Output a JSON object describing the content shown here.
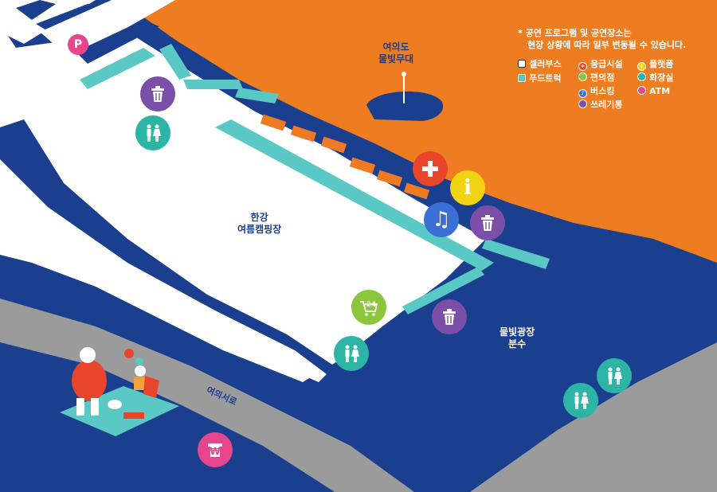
{
  "map": {
    "notice": [
      "* 공연 프로그램 및 공연장소는",
      "현장 상황에 따라 일부 변동될 수 있습니다."
    ],
    "labels": {
      "stage": [
        "여의도",
        "물빛무대"
      ],
      "camp": [
        "한강",
        "여름캠핑장"
      ],
      "plaza": [
        "물빛광장",
        "분수"
      ],
      "road": "여의서로"
    },
    "legend": [
      {
        "label": "셀러부스",
        "kind": "seller",
        "color": "#ffffff"
      },
      {
        "label": "푸드트럭",
        "kind": "food",
        "color": "#5ac8c4"
      },
      {
        "label": "응급시설",
        "kind": "emergency",
        "color": "#e8452a"
      },
      {
        "label": "편의점",
        "kind": "store",
        "color": "#8cc63f"
      },
      {
        "label": "버스킹",
        "kind": "busking",
        "color": "#3b6fd6"
      },
      {
        "label": "쓰레기통",
        "kind": "trash",
        "color": "#7b4fa8"
      },
      {
        "label": "플랫폼",
        "kind": "info",
        "color": "#f2d312"
      },
      {
        "label": "화장실",
        "kind": "restroom",
        "color": "#2cb5a4"
      },
      {
        "label": "ATM",
        "kind": "atm",
        "color": "#e6468c"
      }
    ],
    "pois": [
      {
        "kind": "parking",
        "icon": "parking-icon",
        "glyph": "P"
      },
      {
        "kind": "trash",
        "icon": "trash-icon"
      },
      {
        "kind": "restroom",
        "icon": "restroom-icon"
      },
      {
        "kind": "emergency",
        "icon": "first-aid-icon"
      },
      {
        "kind": "info",
        "icon": "info-icon",
        "glyph": "i"
      },
      {
        "kind": "busking",
        "icon": "music-note-icon",
        "glyph": "♫"
      },
      {
        "kind": "trash",
        "icon": "trash-icon"
      },
      {
        "kind": "store",
        "icon": "convenience-store-icon",
        "glyph": "24"
      },
      {
        "kind": "trash",
        "icon": "trash-icon"
      },
      {
        "kind": "restroom",
        "icon": "restroom-icon"
      },
      {
        "kind": "restroom",
        "icon": "restroom-icon"
      },
      {
        "kind": "restroom",
        "icon": "restroom-icon"
      },
      {
        "kind": "atm",
        "icon": "atm-icon",
        "glyph": "₩"
      }
    ]
  },
  "colors": {
    "river": "#1a3f8f",
    "land": "#ee7d22",
    "plaza": "#ffffff",
    "road": "#9b9b9b",
    "food": "#5ac8c4",
    "seller_stall": "#f07a24"
  }
}
